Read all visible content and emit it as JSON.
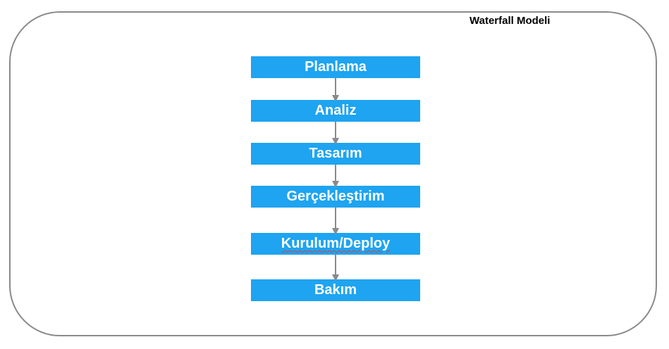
{
  "diagram": {
    "title": "Waterfall Modeli",
    "steps": [
      {
        "label": "Planlama"
      },
      {
        "label": "Analiz"
      },
      {
        "label": "Tasarım"
      },
      {
        "label": "Gerçekleştirim"
      },
      {
        "label": "Kurulum/Deploy"
      },
      {
        "label": "Bakım"
      }
    ],
    "colors": {
      "step_fill": "#1ea4f0",
      "step_text": "#ffffff",
      "arrow": "#8a8a8a",
      "frame_border": "#8a8a8a"
    }
  }
}
